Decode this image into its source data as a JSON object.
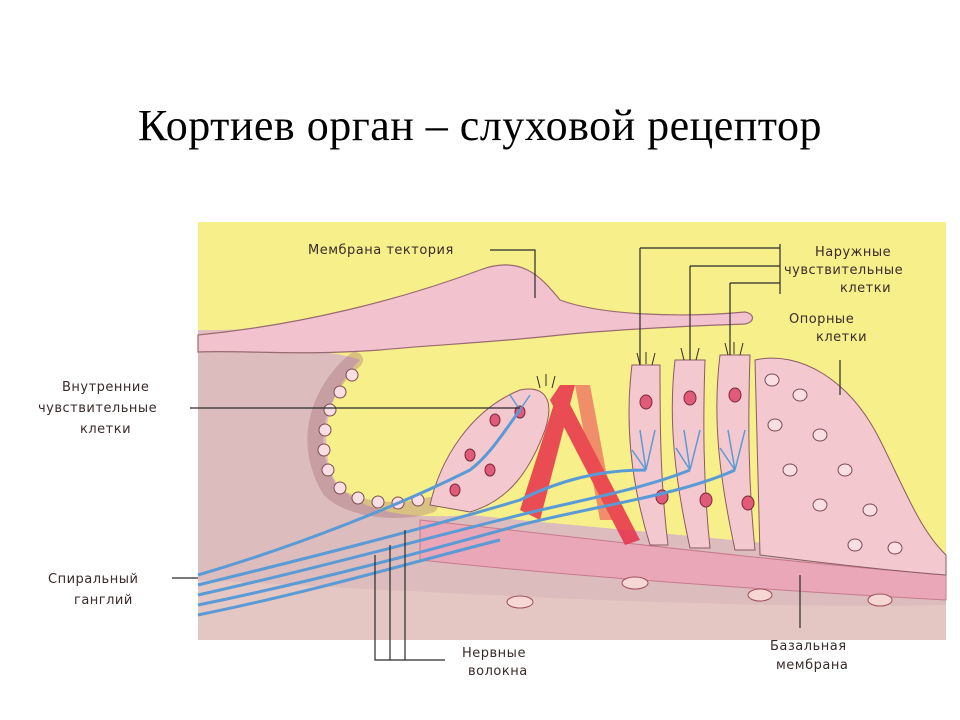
{
  "title": "Кортиев орган – слуховой рецептор",
  "labels": {
    "tectorial_membrane": "Мембрана тектория",
    "outer_cells": [
      "Наружные",
      "чувствительные",
      "клетки"
    ],
    "support_cells": [
      "Опорные",
      "клетки"
    ],
    "inner_cells": [
      "Внутренние",
      "чувствительные",
      "клетки"
    ],
    "spiral_ganglion": [
      "Спиральный",
      "ганглий"
    ],
    "nerve_fibers": [
      "Нервные",
      "волокна"
    ],
    "basilar_membrane": [
      "Базальная",
      "мембрана"
    ]
  },
  "colors": {
    "endolymph": "#f7f08a",
    "tissue": "#e8c4c4",
    "cells": "#f3c9cf",
    "nuclei": "#e05a7a",
    "nerve": "#5a9ad6",
    "support_pillars": "#e8304a",
    "basilar": "#e9a7b7"
  }
}
